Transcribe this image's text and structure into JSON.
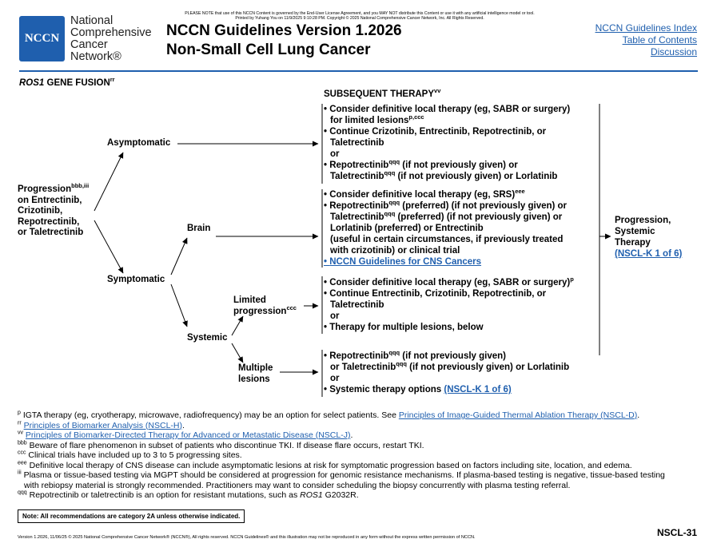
{
  "notice_line1": "PLEASE NOTE that use of this NCCN Content is governed by the End-User License Agreement, and you MAY NOT distribute this Content or use it with any artificial intelligence model or tool.",
  "notice_line2": "Printed by Yuhang You on 11/9/2025 9:10:28 PM. Copyright © 2025 National Comprehensive Cancer Network, Inc. All Rights Reserved.",
  "logo_text": "NCCN",
  "org_name": [
    "National",
    "Comprehensive",
    "Cancer",
    "Network®"
  ],
  "title_line1": "NCCN Guidelines Version 1.2026",
  "title_line2": "Non-Small Cell Lung Cancer",
  "header_links": [
    "NCCN Guidelines Index",
    "Table of Contents",
    "Discussion"
  ],
  "section_title_italic": "ROS1",
  "section_title_rest": " GENE FUSION",
  "section_title_sup": "rr",
  "subsequent_heading": "SUBSEQUENT THERAPY",
  "subsequent_heading_sup": "vv",
  "progression_label": {
    "line1": "Progression",
    "line1_sup": "bbb,iii",
    "line2": "on Entrectinib,",
    "line3": "Crizotinib,",
    "line4": "Repotrectinib,",
    "line5": "or Taletrectinib"
  },
  "asymptomatic": "Asymptomatic",
  "symptomatic": "Symptomatic",
  "brain": "Brain",
  "systemic": "Systemic",
  "limited_line1": "Limited",
  "limited_line2": "progression",
  "limited_sup": "ccc",
  "multiple_line1": "Multiple",
  "multiple_line2": "lesions",
  "box1": {
    "l1": "• Consider definitive local therapy (eg, SABR or surgery)",
    "l2": "for limited lesions",
    "l2_sup": "p,ccc",
    "l3": "• Continue Crizotinib, Entrectinib, Repotrectinib, or",
    "l4": "Taletrectinib",
    "l5": "or",
    "l6a": "• Repotrectinib",
    "l6_sup": "qqq",
    "l6b": " (if not previously given) or",
    "l7a": "Taletrectinib",
    "l7_sup": "qqq",
    "l7b": " (if not previously given) or Lorlatinib"
  },
  "box2": {
    "l1": "• Consider definitive local therapy (eg, SRS)",
    "l1_sup": "eee",
    "l2a": "• Repotrectinib",
    "l2_sup": "qqq",
    "l2b": " (preferred) (if not previously given) or",
    "l3a": "Taletrectinib",
    "l3_sup": "qqq",
    "l3b": " (preferred) (if not previously given) or",
    "l4": "Lorlatinib (preferred) or Entrectinib",
    "l5": "(useful in certain circumstances, if previously treated",
    "l6": "with crizotinib) or clinical trial",
    "l7_bullet": "• ",
    "l7_link": "NCCN Guidelines for CNS Cancers"
  },
  "box3": {
    "l1": "• Consider definitive local therapy (eg, SABR or surgery)",
    "l1_sup": "p",
    "l2": "• Continue Entrectinib, Crizotinib, Repotrectinib, or",
    "l3": "Taletrectinib",
    "l4": "or",
    "l5": "• Therapy for multiple lesions, below"
  },
  "box4": {
    "l1a": "• Repotrectinib",
    "l1_sup": "qqq",
    "l1b": " (if not previously given)",
    "l2a": "or Taletrectinib",
    "l2_sup": "qqq",
    "l2b": " (if not previously given) or Lorlatinib",
    "l3": "or",
    "l4a": "• Systemic therapy options ",
    "l4_link": "(NSCL-K 1 of 6)"
  },
  "right_box": {
    "l1": "Progression,",
    "l2": "Systemic",
    "l3": "Therapy",
    "l4_link": "(NSCL-K 1 of 6)"
  },
  "footnotes": {
    "p_sup": "p",
    "p_text": " IGTA therapy (eg, cryotherapy, microwave, radiofrequency) may be an option for select patients. See ",
    "p_link": "Principles of Image-Guided Thermal Ablation Therapy (NSCL-D)",
    "p_end": ".",
    "rr_sup": "rr",
    "rr_link": "Principles of Biomarker Analysis (NSCL-H)",
    "rr_end": ".",
    "vv_sup": "vv",
    "vv_link": "Principles of Biomarker-Directed Therapy for Advanced or Metastatic Disease (NSCL-J)",
    "vv_end": ".",
    "bbb_sup": "bbb",
    "bbb_text": " Beware of flare phenomenon in subset of patients who discontinue TKI. If disease flare occurs, restart TKI.",
    "ccc_sup": "ccc",
    "ccc_text": " Clinical trials have included up to 3 to 5 progressing sites.",
    "eee_sup": "eee",
    "eee_text": " Definitive local therapy of CNS disease can include asymptomatic lesions at risk for symptomatic progression based on factors including site, location, and edema.",
    "iii_sup": "iii",
    "iii_text1": " Plasma or tissue-based testing via MGPT should be considered at progression for genomic resistance mechanisms. If plasma-based testing is negative, tissue-based testing",
    "iii_text2": "with rebiopsy material is strongly recommended. Practitioners may want to consider scheduling the biopsy concurrently with plasma testing referral.",
    "qqq_sup": "qqq",
    "qqq_text1": " Repotrectinib or taletrectinib is an option for resistant mutations, such as ",
    "qqq_italic": "ROS1",
    "qqq_text2": " G2032R."
  },
  "note": "Note: All recommendations are category 2A unless otherwise indicated.",
  "footer": "Version 1.2026, 11/06/25 © 2025 National Comprehensive Cancer Network® (NCCN®), All rights reserved. NCCN Guidelines® and this illustration may not be reproduced in any form without the express written permission of NCCN.",
  "page_id": "NSCL-31"
}
